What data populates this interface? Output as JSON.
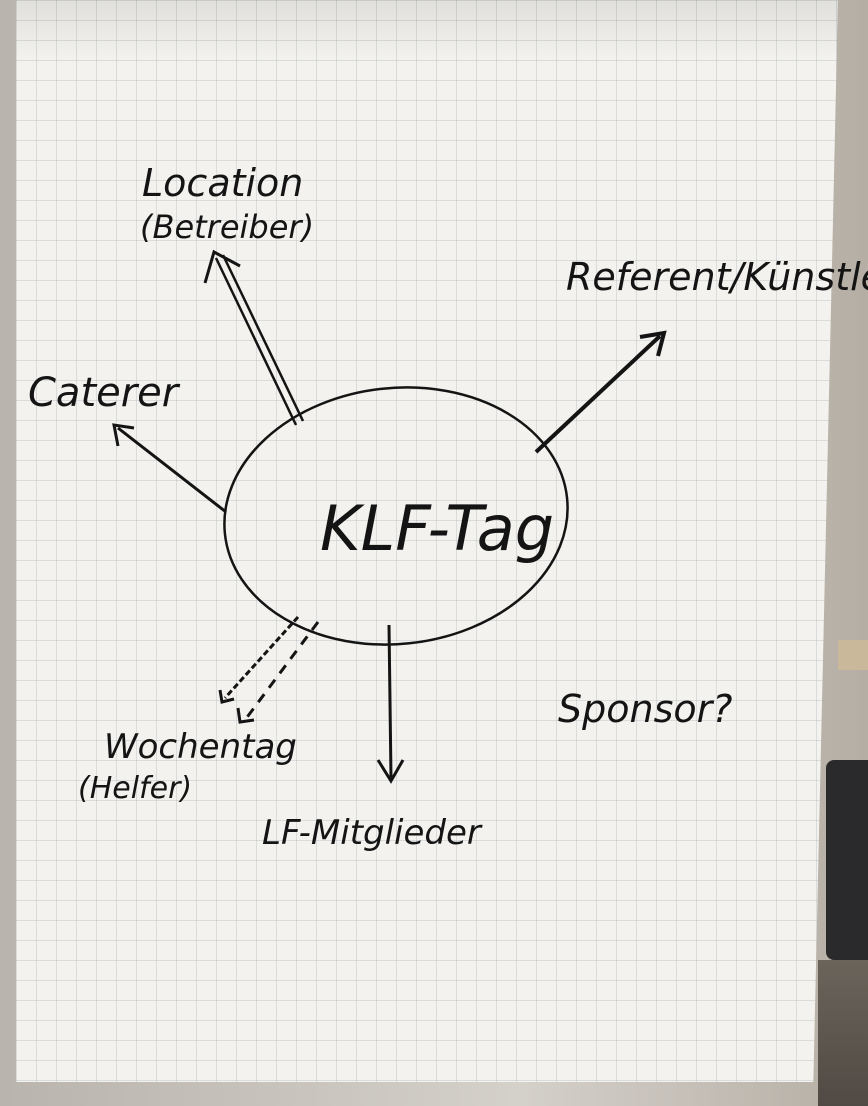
{
  "flipchart": {
    "center": "KLF-Tag",
    "stakeholders": {
      "location": "Location",
      "location_note": "(Betreiber)",
      "referent": "Referent/Künstler",
      "caterer": "Caterer",
      "wochentag": "Wochentag",
      "wochentag_note": "(Helfer)",
      "mitglieder": "LF-Mitglieder",
      "sponsor": "Sponsor?"
    }
  }
}
